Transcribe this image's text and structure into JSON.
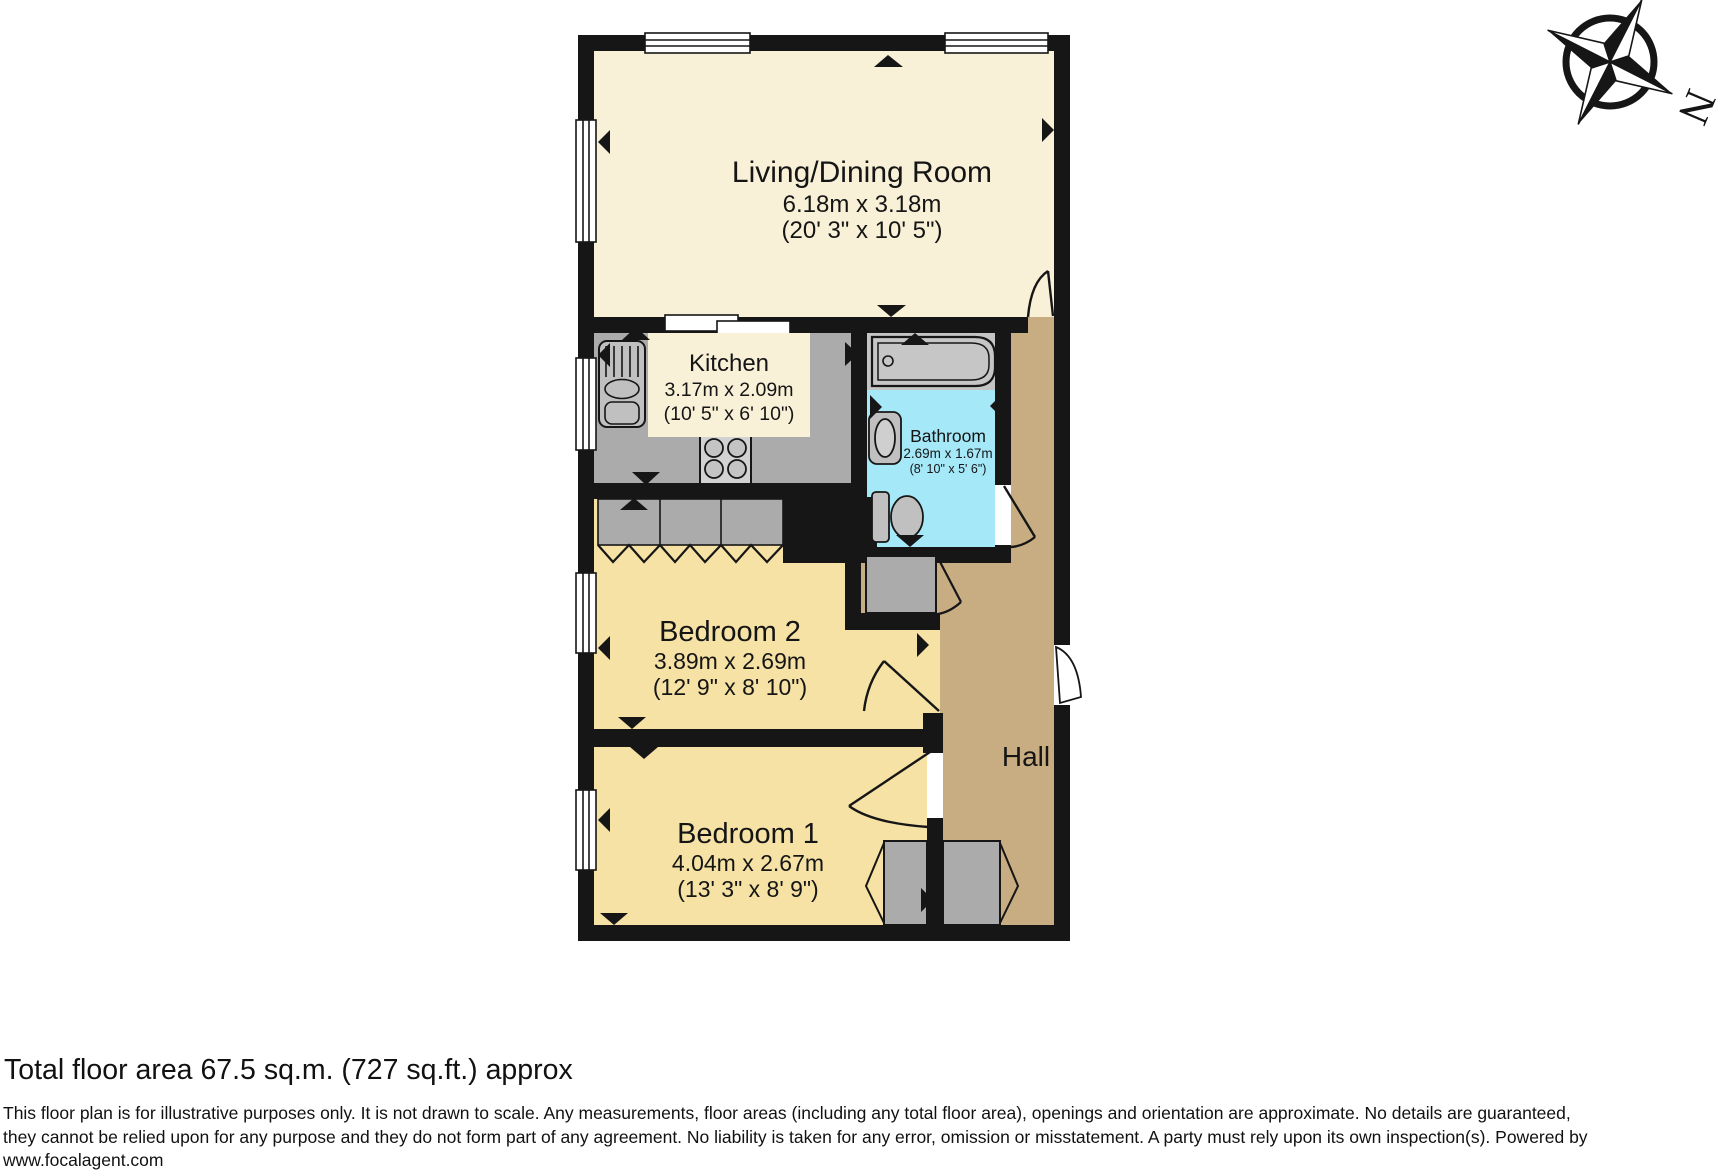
{
  "plan": {
    "rooms": {
      "living": {
        "name": "Living/Dining Room",
        "dims_m": "6.18m x 3.18m",
        "dims_ft": "(20' 3\" x 10' 5\")"
      },
      "kitchen": {
        "name": "Kitchen",
        "dims_m": "3.17m x 2.09m",
        "dims_ft": "(10' 5\" x 6' 10\")"
      },
      "bathroom": {
        "name": "Bathroom",
        "dims_m": "2.69m x 1.67m",
        "dims_ft": "(8' 10\" x 5' 6\")"
      },
      "bedroom2": {
        "name": "Bedroom 2",
        "dims_m": "3.89m x 2.69m",
        "dims_ft": "(12' 9\" x 8' 10\")"
      },
      "bedroom1": {
        "name": "Bedroom 1",
        "dims_m": "4.04m x 2.67m",
        "dims_ft": "(13' 3\" x 8' 9\")"
      },
      "hall": {
        "name": "Hall"
      }
    },
    "colors": {
      "wall": "#161616",
      "living_floor": "#F8F1D7",
      "bedroom_floor": "#F5E2A4",
      "hall_floor": "#C8AD83",
      "bathroom_floor": "#A5E8F8",
      "kitchen_counter": "#ABABAB",
      "fixture_gray": "#C0C0C0"
    },
    "compass": {
      "north_label": "N"
    }
  },
  "footer": {
    "total_area": "Total floor area 67.5 sq.m. (727 sq.ft.) approx",
    "disclaimer_lines": [
      "This floor plan is for illustrative purposes only. It is not drawn to scale. Any measurements, floor areas (including any total floor area), openings and orientation are approximate. No details are guaranteed,",
      "they cannot be relied upon for any purpose and they do not form part of any agreement. No liability is taken for any error, omission or misstatement. A party must rely upon its own inspection(s). Powered by",
      "www.focalagent.com"
    ]
  }
}
